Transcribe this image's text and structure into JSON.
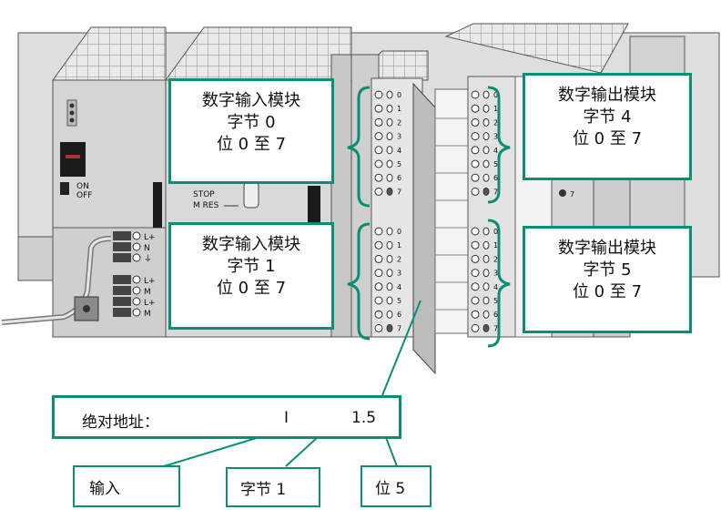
{
  "cpu": {
    "switch_on": "ON",
    "switch_off": "OFF",
    "mode_stop": "STOP",
    "mode_mres": "M RES",
    "terminals_top": [
      "L+",
      "N",
      "⏚"
    ],
    "terminals_bottom": [
      "L+",
      "M",
      "L+",
      "M"
    ]
  },
  "modules": {
    "input_upper_channels": [
      "0",
      "1",
      "2",
      "3",
      "4",
      "5",
      "6",
      "7"
    ],
    "input_lower_channels": [
      "0",
      "1",
      "2",
      "3",
      "4",
      "5",
      "6",
      "7"
    ],
    "output_upper_channels": [
      "0",
      "1",
      "2",
      "3",
      "4",
      "5",
      "6",
      "7"
    ],
    "output_lower_channels": [
      "0",
      "1",
      "2",
      "3",
      "4",
      "5",
      "6",
      "7"
    ],
    "extra_channel": "7"
  },
  "callouts": {
    "input_byte0": [
      "数字输入模块",
      "字节 0",
      "位 0 至 7"
    ],
    "input_byte1": [
      "数字输入模块",
      "字节 1",
      "位 0 至 7"
    ],
    "output_byte4": [
      "数字输出模块",
      "字节 4",
      "位 0 至 7"
    ],
    "output_byte5": [
      "数字输出模块",
      "字节 5",
      "位 0 至 7"
    ]
  },
  "address": {
    "label": "绝对地址：",
    "type": "I",
    "value": "1.5"
  },
  "legend": {
    "input": "输入",
    "byte": "字节 1",
    "bit": "位 5"
  },
  "colors": {
    "accent": "#0a8f73",
    "body": "#d8d8d8",
    "body_dark": "#9a9a9a"
  }
}
